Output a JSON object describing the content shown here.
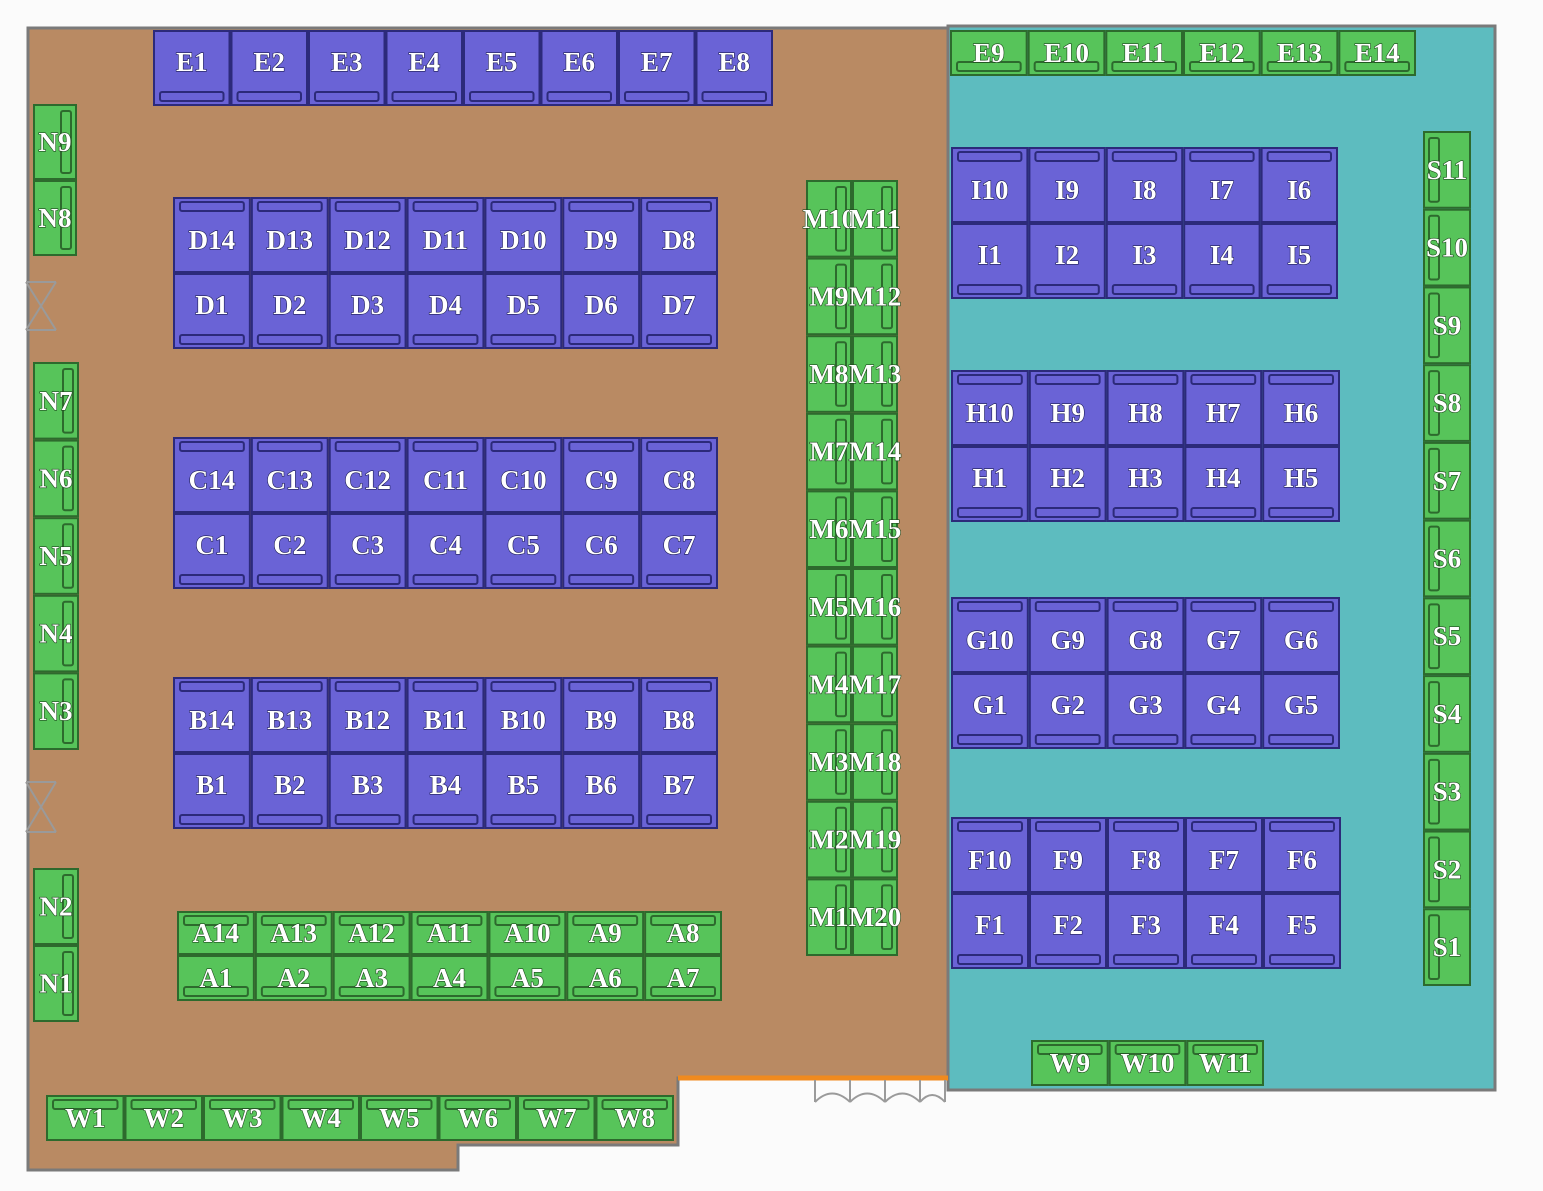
{
  "colors": {
    "floor_west": "#b98a63",
    "floor_east": "#5dbcbf",
    "booth_blue": "#6a63d6",
    "booth_blue_dark": "#2c2a7a",
    "booth_green": "#57c45a",
    "booth_green_dark": "#2d6a2d",
    "door": "#f08a1e",
    "wall": "#8a8a8a"
  },
  "booths": {
    "E_west": [
      "E1",
      "E2",
      "E3",
      "E4",
      "E5",
      "E6",
      "E7",
      "E8"
    ],
    "E_east": [
      "E9",
      "E10",
      "E11",
      "E12",
      "E13",
      "E14"
    ],
    "N_upper": [
      "N9",
      "N8"
    ],
    "N_middle": [
      "N7",
      "N6",
      "N5",
      "N4",
      "N3"
    ],
    "N_lower": [
      "N2",
      "N1"
    ],
    "D_top": [
      "D14",
      "D13",
      "D12",
      "D11",
      "D10",
      "D9",
      "D8"
    ],
    "D_bottom": [
      "D1",
      "D2",
      "D3",
      "D4",
      "D5",
      "D6",
      "D7"
    ],
    "C_top": [
      "C14",
      "C13",
      "C12",
      "C11",
      "C10",
      "C9",
      "C8"
    ],
    "C_bottom": [
      "C1",
      "C2",
      "C3",
      "C4",
      "C5",
      "C6",
      "C7"
    ],
    "B_top": [
      "B14",
      "B13",
      "B12",
      "B11",
      "B10",
      "B9",
      "B8"
    ],
    "B_bottom": [
      "B1",
      "B2",
      "B3",
      "B4",
      "B5",
      "B6",
      "B7"
    ],
    "A_top": [
      "A14",
      "A13",
      "A12",
      "A11",
      "A10",
      "A9",
      "A8"
    ],
    "A_bottom": [
      "A1",
      "A2",
      "A3",
      "A4",
      "A5",
      "A6",
      "A7"
    ],
    "M_left": [
      "M10",
      "M9",
      "M8",
      "M7",
      "M6",
      "M5",
      "M4",
      "M3",
      "M2",
      "M1"
    ],
    "M_right": [
      "M11",
      "M12",
      "M13",
      "M14",
      "M15",
      "M16",
      "M17",
      "M18",
      "M19",
      "M20"
    ],
    "I_top": [
      "I10",
      "I9",
      "I8",
      "I7",
      "I6"
    ],
    "I_bottom": [
      "I1",
      "I2",
      "I3",
      "I4",
      "I5"
    ],
    "H_top": [
      "H10",
      "H9",
      "H8",
      "H7",
      "H6"
    ],
    "H_bottom": [
      "H1",
      "H2",
      "H3",
      "H4",
      "H5"
    ],
    "G_top": [
      "G10",
      "G9",
      "G8",
      "G7",
      "G6"
    ],
    "G_bottom": [
      "G1",
      "G2",
      "G3",
      "G4",
      "G5"
    ],
    "F_top": [
      "F10",
      "F9",
      "F8",
      "F7",
      "F6"
    ],
    "F_bottom": [
      "F1",
      "F2",
      "F3",
      "F4",
      "F5"
    ],
    "S": [
      "S11",
      "S10",
      "S9",
      "S8",
      "S7",
      "S6",
      "S5",
      "S4",
      "S3",
      "S2",
      "S1"
    ],
    "W_west": [
      "W1",
      "W2",
      "W3",
      "W4",
      "W5",
      "W6",
      "W7",
      "W8"
    ],
    "W_east": [
      "W9",
      "W10",
      "W11"
    ]
  }
}
